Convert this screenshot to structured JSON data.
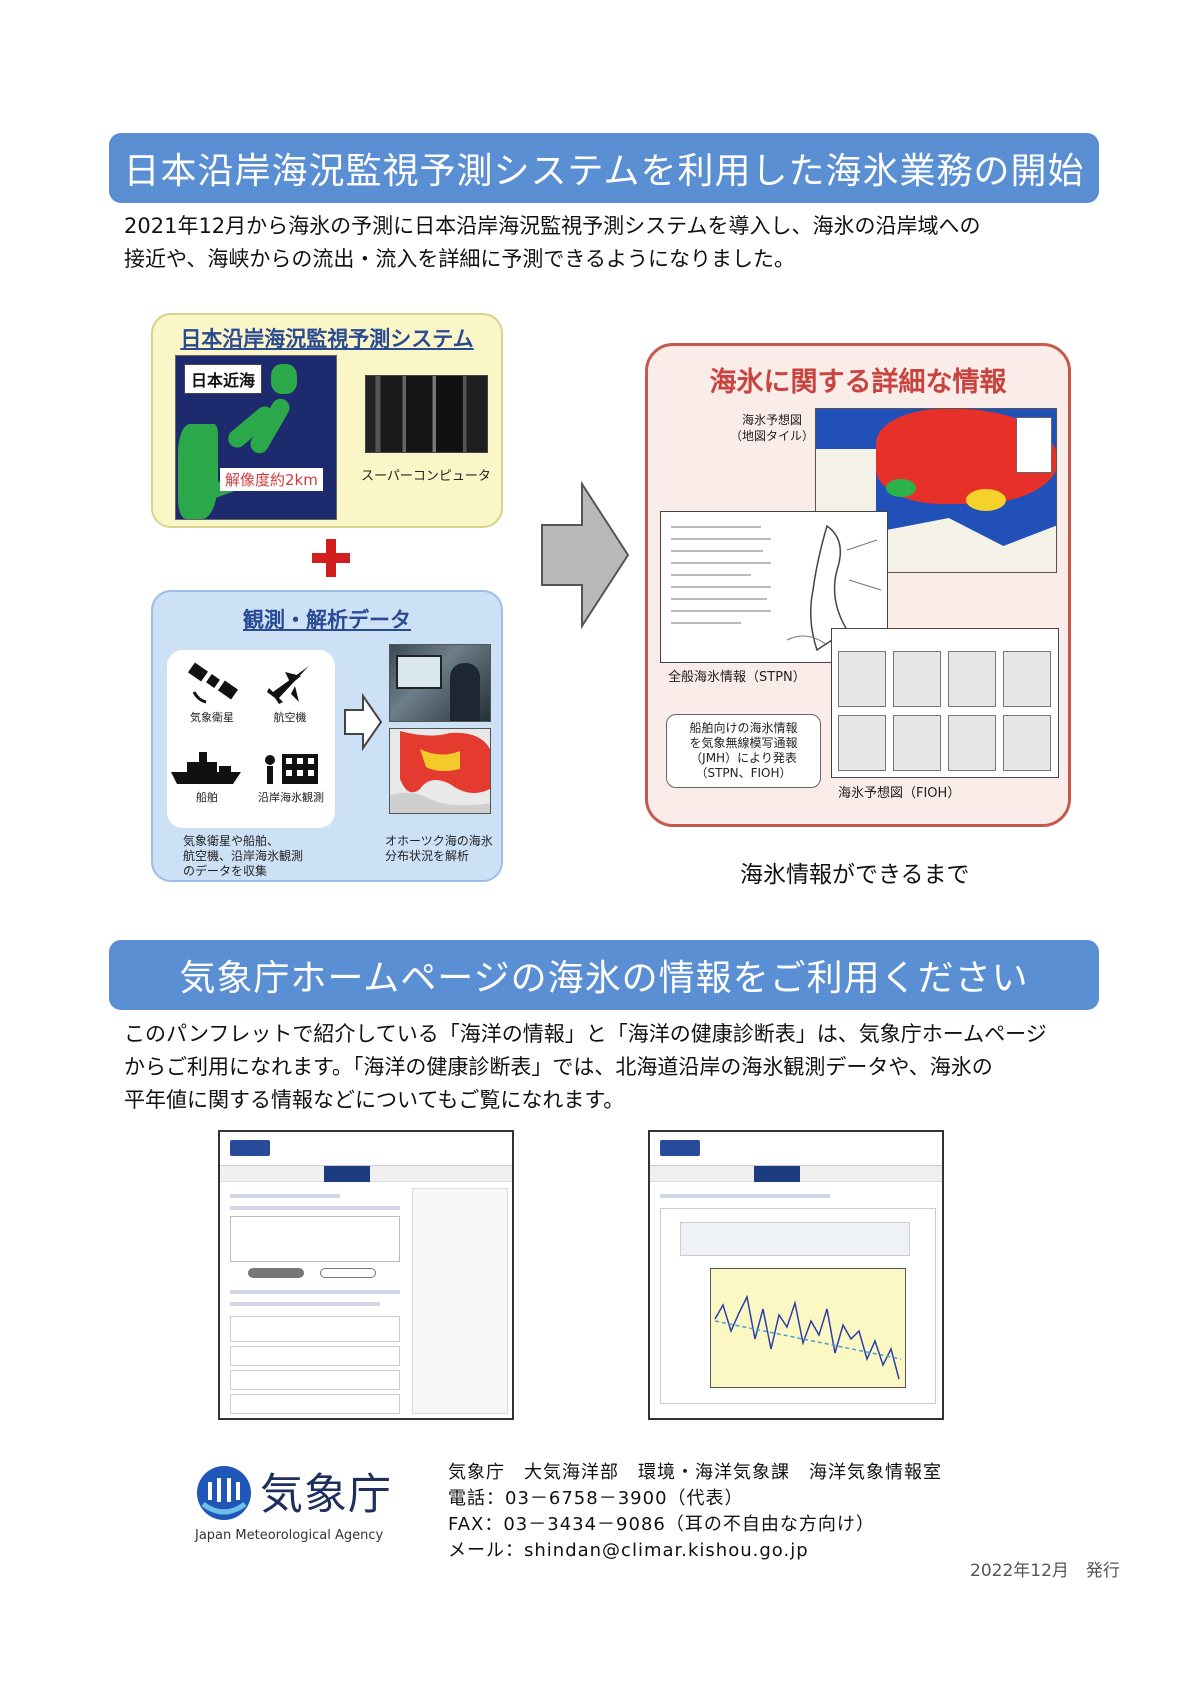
{
  "section1": {
    "banner": "日本沿岸海況監視予測システムを利用した海氷業務の開始",
    "para_line1": "2021年12月から海氷の予測に日本沿岸海況監視予測システムを導入し、海氷の沿岸域への",
    "para_line2": "接近や、海峡からの流出・流入を詳細に予測できるようになりました。"
  },
  "system_panel": {
    "title": "日本沿岸海況監視予測システム",
    "map_label": "日本近海",
    "resolution": "解像度約2km",
    "computer_label": "スーパーコンピュータ"
  },
  "obs_panel": {
    "title": "観測・解析データ",
    "items": {
      "satellite": "気象衛星",
      "aircraft": "航空機",
      "ship": "船舶",
      "coastal": "沿岸海氷観測"
    },
    "caption_left": [
      "気象衛星や船舶、",
      "航空機、沿岸海氷観測",
      "のデータを収集"
    ],
    "caption_right": [
      "オホーツク海の海氷",
      "分布状況を解析"
    ]
  },
  "info_panel": {
    "title": "海氷に関する詳細な情報",
    "map_tile_caption": [
      "海氷予想図",
      "（地図タイル）"
    ],
    "stpn_caption": "全般海氷情報（STPN）",
    "jmh_box": [
      "船舶向けの海氷情報",
      "を気象無線模写通報",
      "（JMH）により発表",
      "（STPN、FIOH）"
    ],
    "fioh_caption": "海氷予想図（FIOH）"
  },
  "process_caption": "海氷情報ができるまで",
  "section2": {
    "banner": "気象庁ホームページの海氷の情報をご利用ください",
    "para_line1": "このパンフレットで紹介している「海洋の情報」と「海洋の健康診断表」は、気象庁ホームページ",
    "para_line2": "からご利用になれます。「海洋の健康診断表」では、北海道沿岸の海氷観測データや、海氷の",
    "para_line3": "平年値に関する情報などについてもご覧になれます。"
  },
  "footer": {
    "logo_text": "気象庁",
    "logo_sub": "Japan Meteorological Agency",
    "org": "気象庁　大気海洋部　環境・海洋気象課　海洋気象情報室",
    "tel": "電話：03－6758－3900（代表）",
    "fax": "FAX：03－3434－9086（耳の不自由な方向け）",
    "mail": "メール：shindan@climar.kishou.go.jp",
    "issued": "2022年12月　発行"
  },
  "colors": {
    "banner": "#5b8fd3",
    "system_panel": "#fbf6c8",
    "obs_panel": "#cde1f6",
    "info_panel": "#f9ece9",
    "info_border": "#c7584e",
    "accent_red": "#d21e1e"
  }
}
